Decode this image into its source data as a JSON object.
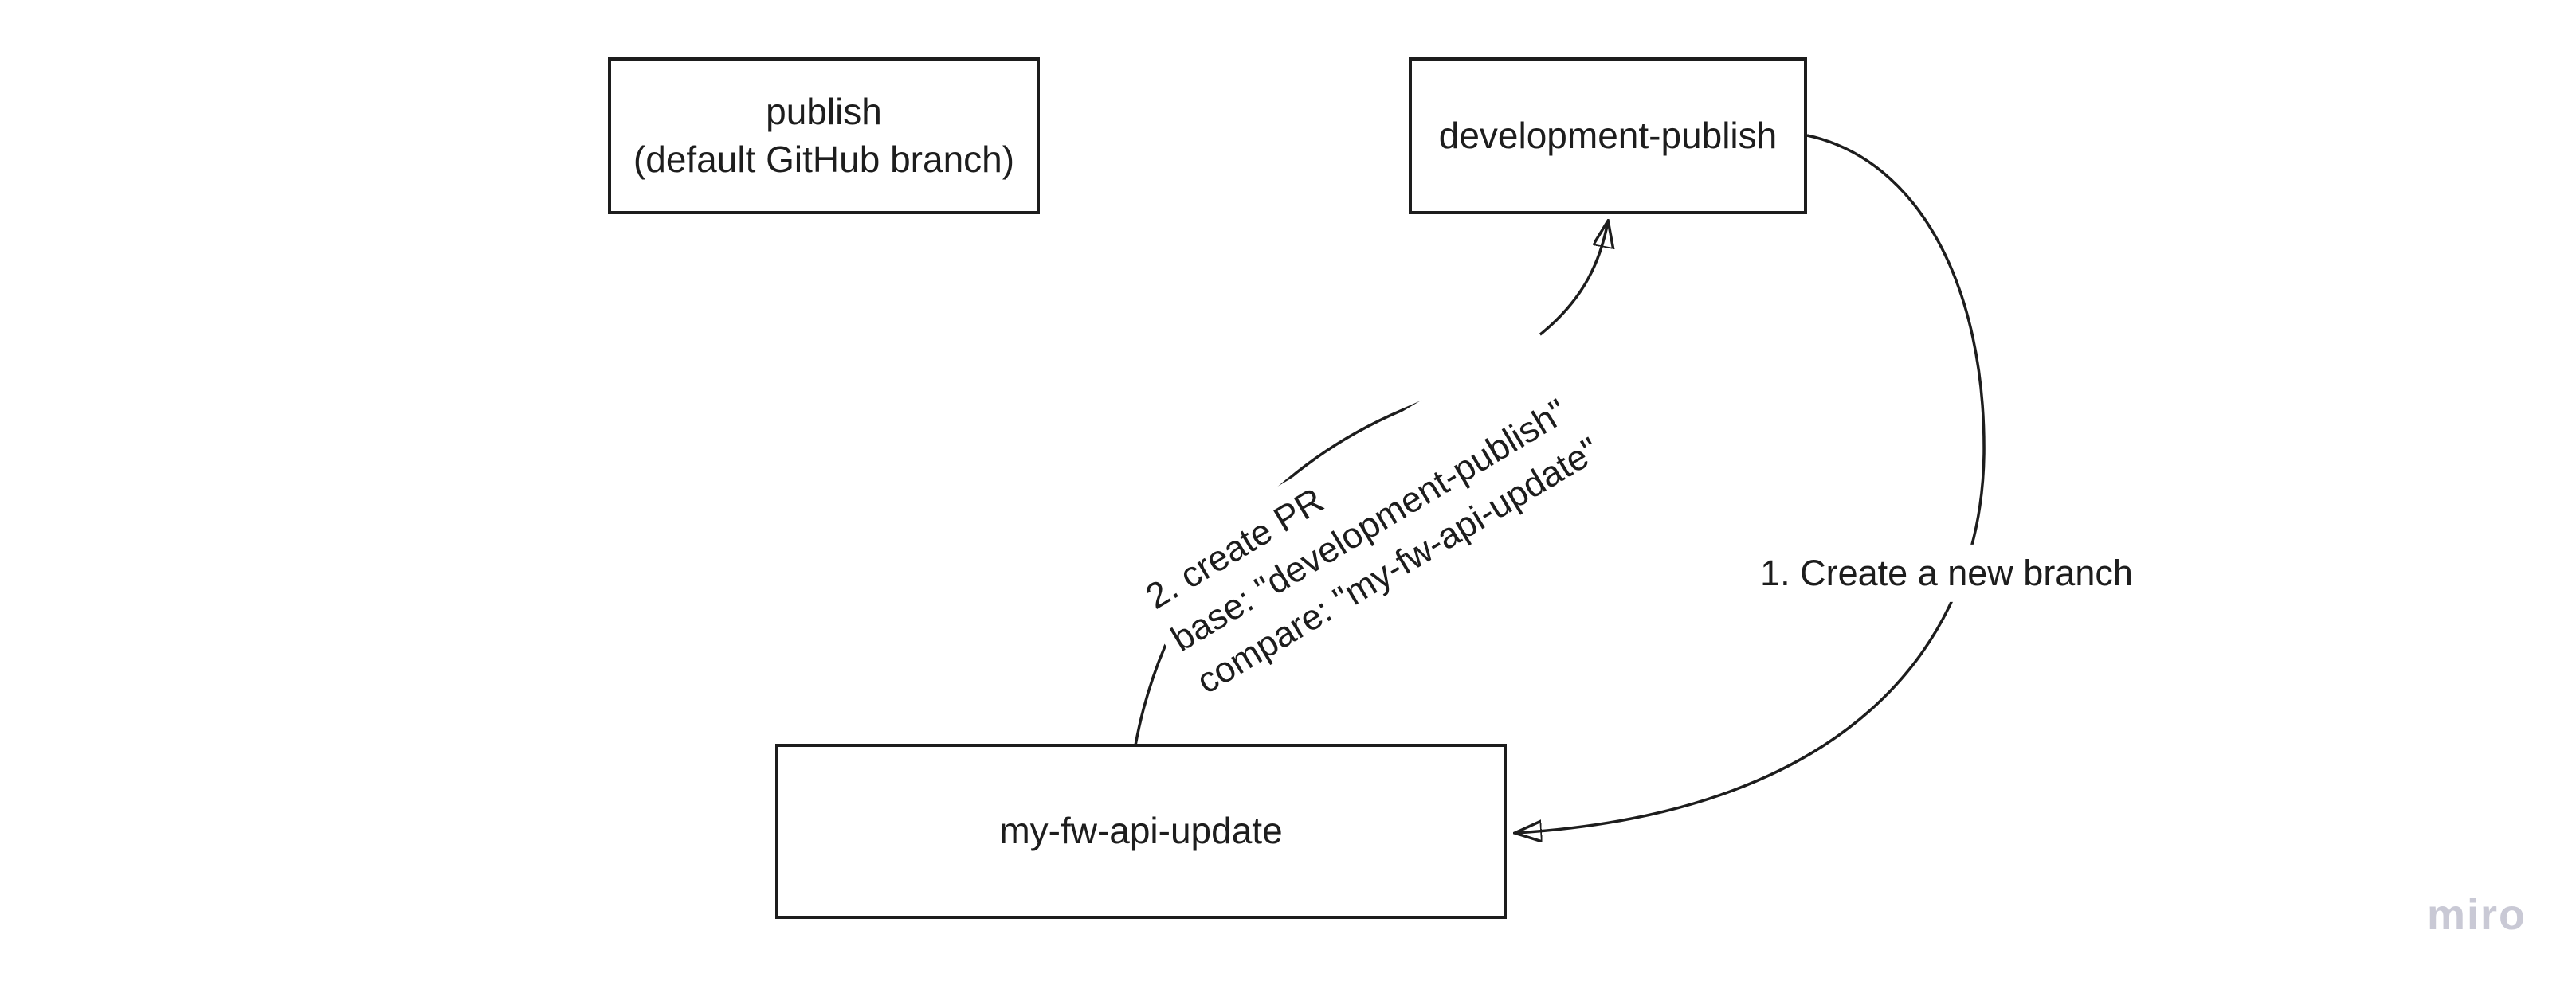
{
  "board": {
    "background": "#ffffff",
    "stroke_color": "#1d1d1d",
    "text_color": "#1d1d1d"
  },
  "nodes": {
    "publish": {
      "lines": [
        "publish",
        "(default GitHub branch)"
      ]
    },
    "development_publish": {
      "label": "development-publish"
    },
    "my_fw_api_update": {
      "label": "my-fw-api-update"
    }
  },
  "connectors": {
    "create_branch": {
      "label": "1. Create a new branch",
      "from": "development-publish",
      "to": "my-fw-api-update"
    },
    "create_pr": {
      "lines": [
        "2. create PR",
        "base: \"development-publish\"",
        "compare: \"my-fw-api-update\""
      ],
      "from": "my-fw-api-update",
      "to": "development-publish"
    }
  },
  "watermark": {
    "label": "miro",
    "color": "#c9c9d5"
  }
}
